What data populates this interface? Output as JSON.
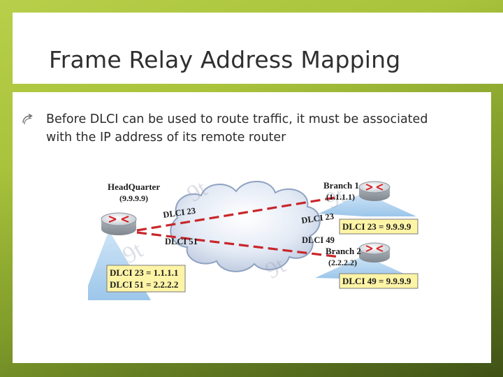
{
  "slide": {
    "title": "Frame Relay Address Mapping",
    "bullets": [
      {
        "icon": "curved-arrow-icon",
        "line1": "Before DLCI can be used to route traffic, it must be associated",
        "line2": "with the IP address of its remote router"
      }
    ]
  },
  "diagram": {
    "headquarter": {
      "name": "HeadQuarter",
      "address": "(9.9.9.9)",
      "map_lines": [
        "DLCI 23 = 1.1.1.1",
        "DLCI 51 = 2.2.2.2"
      ]
    },
    "branch1": {
      "name": "Branch 1",
      "address": "(1.1.1.1)",
      "map_line": "DLCI 23 = 9.9.9.9"
    },
    "branch2": {
      "name": "Branch 2",
      "address": "(2.2.2.2)",
      "map_line": "DLCI 49 = 9.9.9.9"
    },
    "dlci_labels": {
      "hq_top": "DLCI 23",
      "hq_bottom": "DLCI 51",
      "b1_side": "DLCI 23",
      "b2_side": "DLCI 49"
    },
    "watermark_marks": [
      "9t",
      "9t",
      "9t",
      "9t"
    ],
    "colors": {
      "link": "#c8262b",
      "map_box": "#fdf4a6",
      "router_body": "#cfd3d8",
      "router_arrows": "#d7262b",
      "cloud": "#e7edf6",
      "beam": "#a9cfee"
    }
  }
}
